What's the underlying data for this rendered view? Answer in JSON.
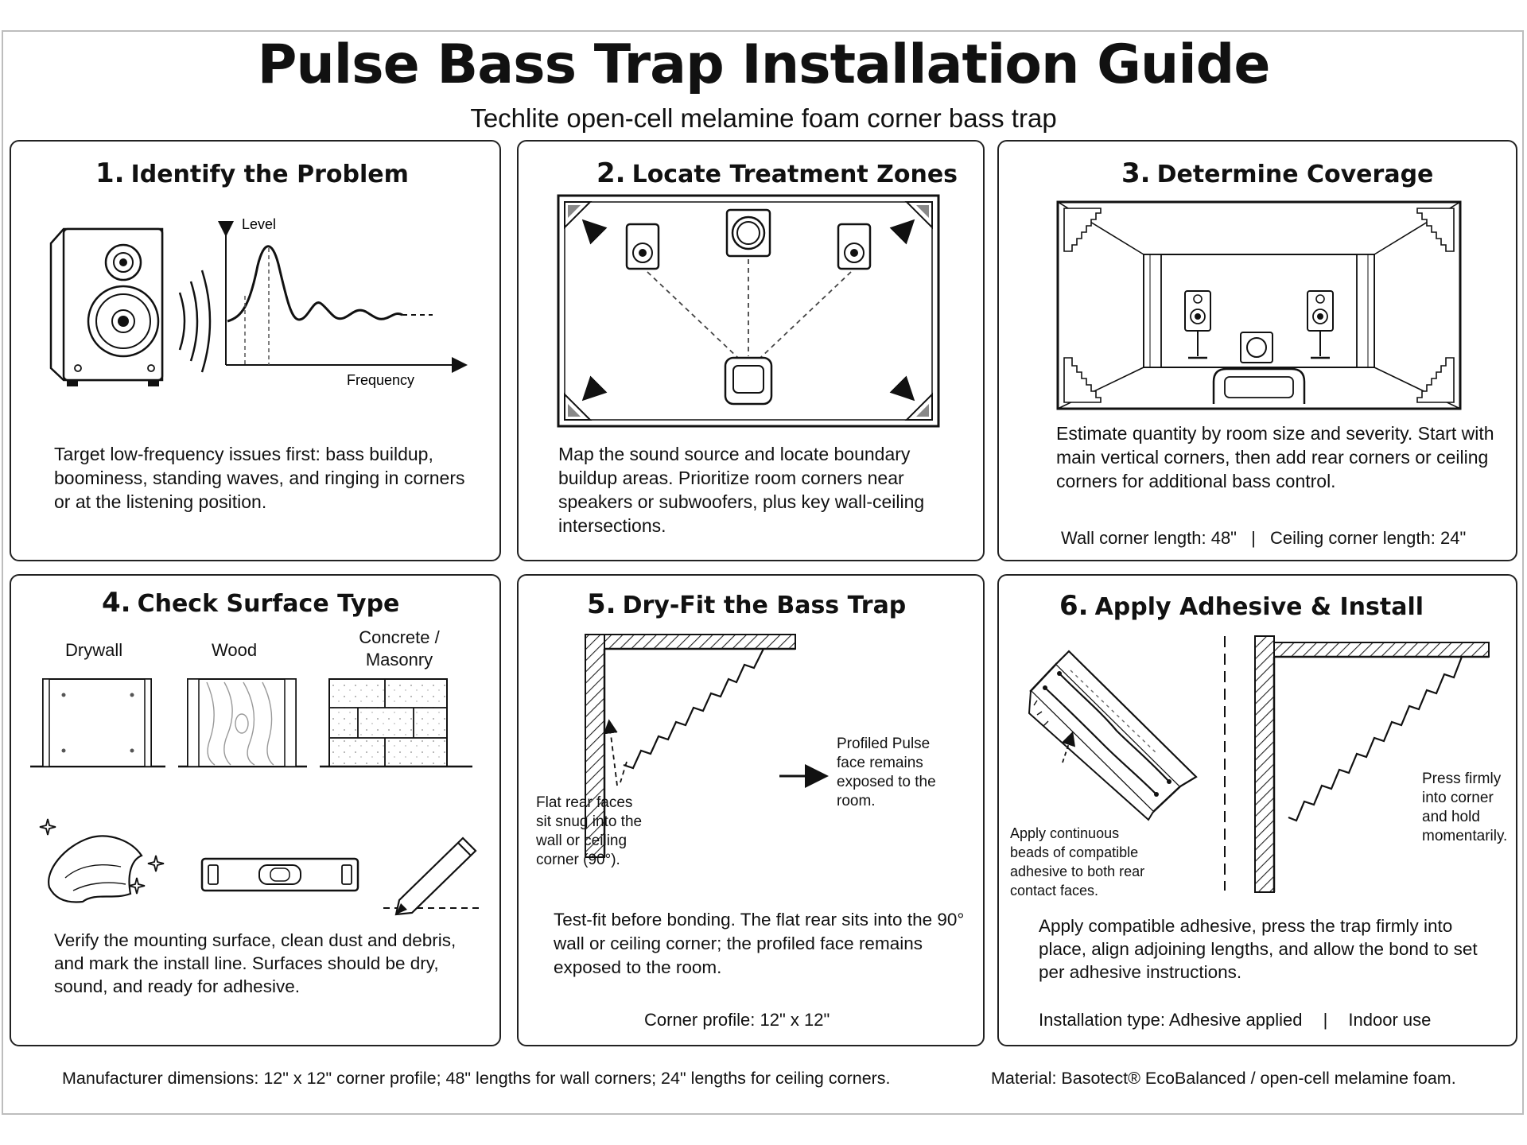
{
  "header": {
    "title": "Pulse Bass Trap Installation Guide",
    "subtitle": "Techlite open-cell melamine foam corner bass trap"
  },
  "steps": [
    {
      "number": "1.",
      "title": "Identify the Problem",
      "body": "Target low-frequency issues first: bass buildup, boominess, standing waves, and ringing in corners or at the listening position.",
      "graph": {
        "ylabel": "Level",
        "xlabel": "Frequency"
      }
    },
    {
      "number": "2.",
      "title": "Locate Treatment Zones",
      "body": "Map the sound source and locate boundary buildup areas. Prioritize room corners near speakers or subwoofers, plus key wall-ceiling intersections."
    },
    {
      "number": "3.",
      "title": "Determine Coverage",
      "body": "Estimate quantity by room size and severity. Start with main vertical corners, then add rear corners or ceiling corners for additional bass control.",
      "spec_wall": "Wall corner length: 48\"",
      "spec_sep": "|",
      "spec_ceiling": "Ceiling corner length: 24\""
    },
    {
      "number": "4.",
      "title": "Check Surface Type",
      "surfaces": [
        "Drywall",
        "Wood",
        "Concrete / Masonry"
      ],
      "body": "Verify the mounting surface, clean dust and debris, and mark the install line. Surfaces should be dry, sound, and ready for adhesive."
    },
    {
      "number": "5.",
      "title": "Dry-Fit the Bass Trap",
      "label_rear": "Flat rear faces sit snug into the wall or ceiling corner (90°).",
      "label_face": "Profiled Pulse face remains exposed to the room.",
      "body": "Test-fit before bonding. The flat rear sits into the 90° wall or ceiling corner; the profiled face remains exposed to the room.",
      "spec": "Corner profile: 12\" x 12\""
    },
    {
      "number": "6.",
      "title": "Apply Adhesive & Install",
      "label_adhesive": "Apply continuous beads of compatible adhesive to both rear contact faces.",
      "label_press": "Press firmly into corner and hold momentarily.",
      "body": "Apply compatible adhesive, press the trap firmly into place, align adjoining lengths, and allow the bond to set per adhesive instructions.",
      "spec_type": "Installation type: Adhesive applied",
      "spec_sep": "|",
      "spec_use": "Indoor use"
    }
  ],
  "footer": {
    "dimensions": "Manufacturer dimensions: 12\" x 12\" corner profile; 48\" lengths for wall corners; 24\" lengths for ceiling corners.",
    "material": "Material: Basotect® EcoBalanced / open-cell melamine foam."
  }
}
